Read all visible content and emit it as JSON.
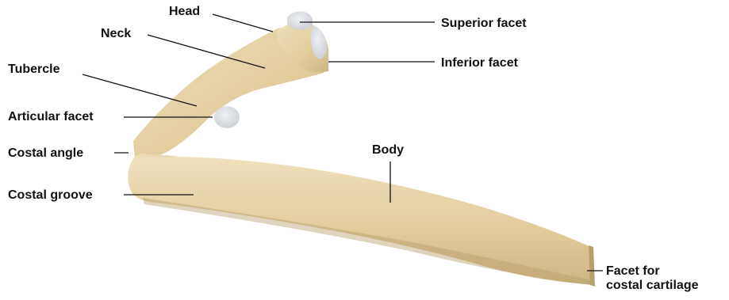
{
  "colors": {
    "bone_light": "#efe1bd",
    "bone_mid": "#e1cc9c",
    "bone_dark": "#cdb684",
    "bone_shadow": "#b99f6c",
    "facet_light": "#eef0f2",
    "facet_mid": "#c9ced4",
    "leader": "#111111",
    "text": "#111111"
  },
  "labels": {
    "head": "Head",
    "neck": "Neck",
    "tubercle": "Tubercle",
    "articular_facet": "Articular facet",
    "costal_angle": "Costal angle",
    "costal_groove": "Costal groove",
    "superior_facet": "Superior facet",
    "inferior_facet": "Inferior facet",
    "body": "Body",
    "facet_costal_cartilage_line1": "Facet for",
    "facet_costal_cartilage_line2": "costal cartilage"
  }
}
